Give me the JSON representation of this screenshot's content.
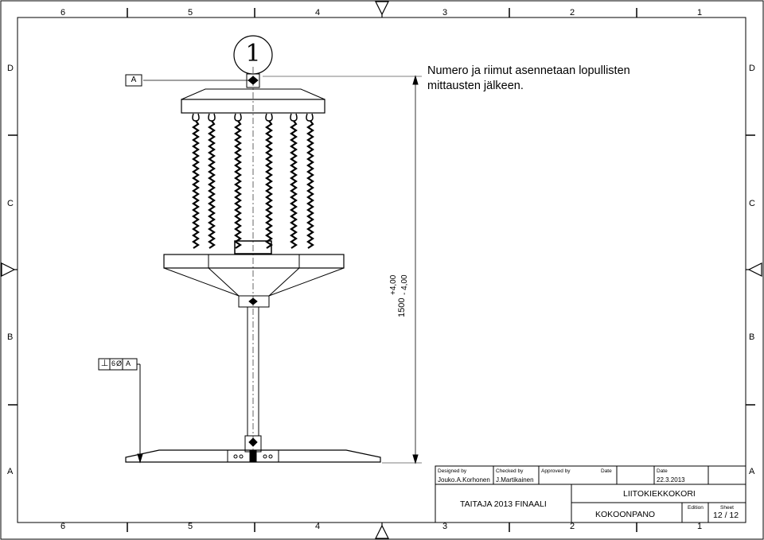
{
  "frame": {
    "column_numbers": [
      "6",
      "5",
      "4",
      "3",
      "2",
      "1"
    ],
    "row_letters": [
      "D",
      "C",
      "B",
      "A"
    ]
  },
  "drawing": {
    "balloon_number": "1",
    "datum_label": "A",
    "note_lines": [
      "Numero ja riimut asennetaan lopullisten",
      "mittausten jälkeen."
    ],
    "dimension": {
      "nominal": "1500",
      "upper_tol": "+4,00",
      "lower_tol": "- 4,00"
    },
    "tolerance_frame": {
      "symbol": "⊥",
      "value": "6",
      "diameter": "Ø",
      "datum": "A"
    }
  },
  "title_block": {
    "designed_by_label": "Designed by",
    "designed_by": "Jouko.A.Korhonen",
    "checked_by_label": "Checked by",
    "checked_by": "J.Martikainen",
    "approved_by_label": "Approved by",
    "date_label_1": "Date",
    "date_label_2": "Date",
    "date": "22.3.2013",
    "project": "TAITAJA 2013 FINAALI",
    "title": "LIITOKIEKKOKORI",
    "subtitle": "KOKOONPANO",
    "edition_label": "Edition",
    "sheet_label": "Sheet",
    "sheet": "12 / 12"
  }
}
